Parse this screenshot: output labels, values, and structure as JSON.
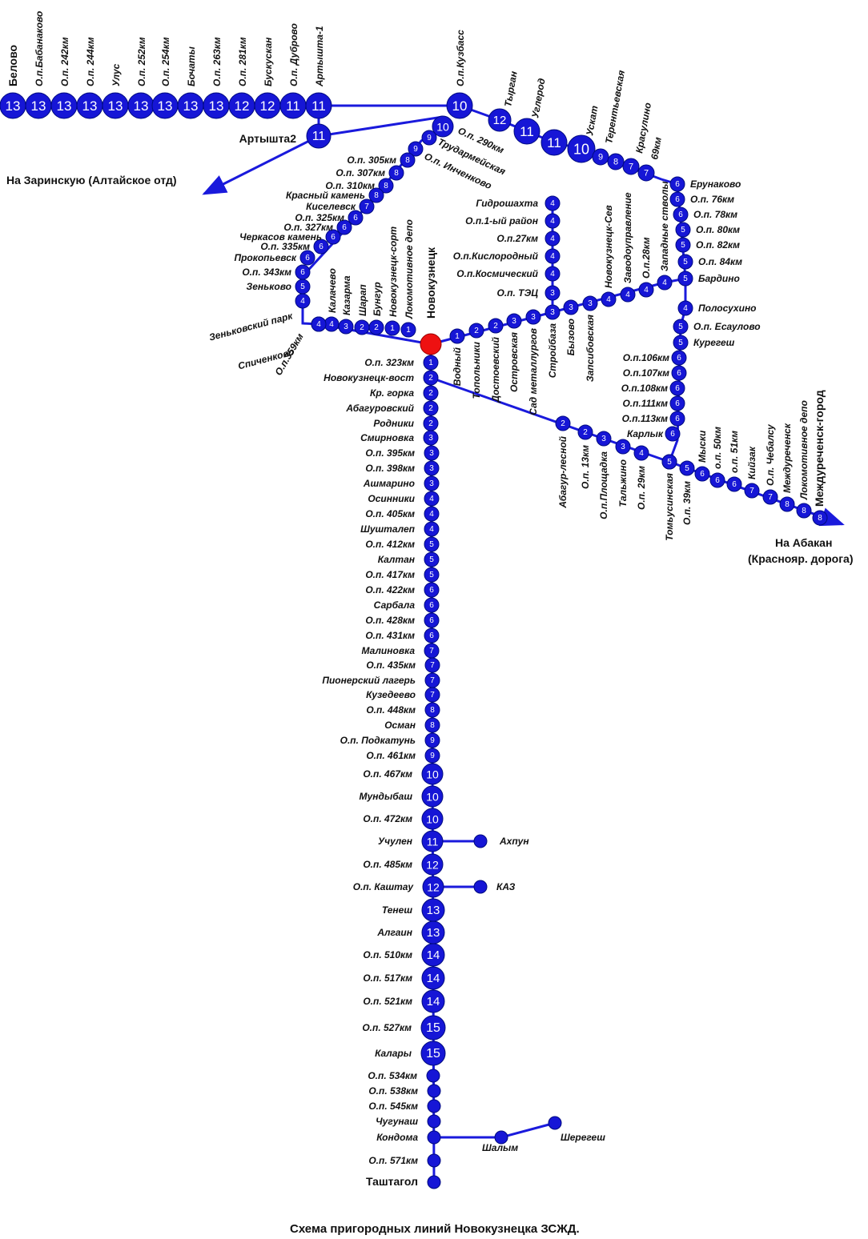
{
  "caption": "Схема пригородных линий Новокузнецка ЗСЖД.",
  "hub_station": "Новокузнецк",
  "colors": {
    "track": "#1a1adc",
    "node": "#1616d6",
    "hub": "#ee1111",
    "text": "#111111"
  },
  "directions": {
    "zarinskaya": "На Заринскую (Алтайское отд)",
    "abakan_line1": "На Абакан",
    "abakan_line2": "(Краснояр. дорога)"
  },
  "lines": {
    "north": [
      {
        "name": "Белово",
        "zone": "13"
      },
      {
        "name": "О.п.Бабанаково",
        "zone": "13"
      },
      {
        "name": "О.п. 242км",
        "zone": "13"
      },
      {
        "name": "О.п. 244км",
        "zone": "13"
      },
      {
        "name": "Улус",
        "zone": "13"
      },
      {
        "name": "О.п. 252км",
        "zone": "13"
      },
      {
        "name": "О.п. 254км",
        "zone": "13"
      },
      {
        "name": "Бочаты",
        "zone": "13"
      },
      {
        "name": "О.п. 263км",
        "zone": "13"
      },
      {
        "name": "О.п. 281км",
        "zone": "12"
      },
      {
        "name": "Бускускан",
        "zone": "12"
      },
      {
        "name": "О.п. Дуброво",
        "zone": "11"
      },
      {
        "name": "Артышта-1",
        "zone": "11"
      },
      {
        "name": "О.п.Кузбасс",
        "zone": "10"
      }
    ],
    "artyshta2": {
      "name": "Артышта2",
      "zone": "11"
    },
    "east_upper": [
      {
        "name": "Тырган",
        "zone": "12"
      },
      {
        "name": "Углерод",
        "zone": "11"
      },
      {
        "name": "",
        "zone": "11"
      },
      {
        "name": "Ускат",
        "zone": "10"
      },
      {
        "name": "Терентьевская",
        "zone": "9"
      },
      {
        "name": "",
        "zone": "8"
      },
      {
        "name": "Красулино",
        "zone": "7"
      },
      {
        "name": "69км",
        "zone": "7"
      }
    ],
    "east_right": [
      {
        "name": "Ерунаково",
        "zone": "6"
      },
      {
        "name": "О.п. 76км",
        "zone": "6"
      },
      {
        "name": "О.п. 78км",
        "zone": "6"
      },
      {
        "name": "О.п. 80км",
        "zone": "5"
      },
      {
        "name": "О.п. 82км",
        "zone": "5"
      },
      {
        "name": "О.п. 84км",
        "zone": "5"
      },
      {
        "name": "Бардино",
        "zone": "5"
      },
      {
        "name": "Полосухино",
        "zone": "4"
      },
      {
        "name": "О.п. Есаулово",
        "zone": "5"
      },
      {
        "name": "Курегеш",
        "zone": "5"
      },
      {
        "name": "О.п.106км",
        "zone": "6"
      },
      {
        "name": "О.п.107км",
        "zone": "6"
      },
      {
        "name": "О.п.108км",
        "zone": "6"
      },
      {
        "name": "О.п.111км",
        "zone": "6"
      },
      {
        "name": "О.п.113км",
        "zone": "6"
      },
      {
        "name": "Карлык",
        "zone": "6"
      },
      {
        "name": "Томьусинская",
        "zone": "5"
      }
    ],
    "mid_diag": [
      {
        "name": "О.п. 290км",
        "zone": "10"
      },
      {
        "name": "Трудармейская",
        "zone": "9"
      },
      {
        "name": "О.п. Инченково",
        "zone": "9"
      },
      {
        "name": "О.п. 305км",
        "zone": "8"
      },
      {
        "name": "О.п. 307км",
        "zone": "8"
      },
      {
        "name": "О.п. 310км",
        "zone": "8"
      },
      {
        "name": "Красный камень",
        "zone": "8"
      },
      {
        "name": "Киселевск",
        "zone": "7"
      },
      {
        "name": "О.п. 325км",
        "zone": "6"
      },
      {
        "name": "О.п. 327км",
        "zone": "6"
      },
      {
        "name": "Черкасов камень",
        "zone": "6"
      },
      {
        "name": "О.п. 335км",
        "zone": "6"
      },
      {
        "name": "Прокопьевск",
        "zone": "6"
      },
      {
        "name": "О.п. 343км",
        "zone": "6"
      },
      {
        "name": "Зеньково",
        "zone": "5"
      },
      {
        "name": "Зеньковский парк",
        "zone": "4"
      },
      {
        "name": "Спиченково",
        "zone": "4"
      }
    ],
    "west_horizontal": [
      {
        "name": "О.п.359км",
        "zone": "4"
      },
      {
        "name": "Калачево",
        "zone": "4"
      },
      {
        "name": "Казарма",
        "zone": "3"
      },
      {
        "name": "Шарап",
        "zone": "2"
      },
      {
        "name": "Бунгур",
        "zone": "2"
      },
      {
        "name": "Новокузнецк-сорт",
        "zone": "1"
      },
      {
        "name": "Локомотивное депо",
        "zone": "1"
      }
    ],
    "east_horizontal": [
      {
        "name": "Водный",
        "zone": "1"
      },
      {
        "name": "Топольники",
        "zone": "2"
      },
      {
        "name": "Достоевский",
        "zone": "2"
      },
      {
        "name": "Островская",
        "zone": "3"
      },
      {
        "name": "Сад металлургов",
        "zone": "3"
      },
      {
        "name": "Стройбаза",
        "zone": "3"
      },
      {
        "name": "Бызово",
        "zone": "3"
      },
      {
        "name": "Запсибовская",
        "zone": "3"
      },
      {
        "name": "Новокузнецк-Сев",
        "zone": "4"
      },
      {
        "name": "Заводоуправление",
        "zone": "4"
      },
      {
        "name": "О.п.28км",
        "zone": "4"
      },
      {
        "name": "Западные стволы",
        "zone": "4"
      }
    ],
    "gidroshakhta": [
      {
        "name": "Гидрошахта",
        "zone": "4"
      },
      {
        "name": "О.п.1-ый район",
        "zone": "4"
      },
      {
        "name": "О.п.27км",
        "zone": "4"
      },
      {
        "name": "О.п.Кислородный",
        "zone": "4"
      },
      {
        "name": "О.п.Космический",
        "zone": "4"
      },
      {
        "name": "О.п. ТЭЦ",
        "zone": "3"
      }
    ],
    "southeast": [
      {
        "name": "Абагур-лесной",
        "zone": "2"
      },
      {
        "name": "О.п. 13км",
        "zone": "2"
      },
      {
        "name": "О.п.Площадка",
        "zone": "3"
      },
      {
        "name": "Тальжино",
        "zone": "3"
      },
      {
        "name": "О.п. 29км",
        "zone": "4"
      },
      {
        "name": "Томьусинская",
        "zone": "5"
      },
      {
        "name": "О.п. 39км",
        "zone": "5"
      },
      {
        "name": "Мыски",
        "zone": "6"
      },
      {
        "name": "о.п. 50км",
        "zone": "6"
      },
      {
        "name": "о.п. 51км",
        "zone": "6"
      },
      {
        "name": "Кийзак",
        "zone": "7"
      },
      {
        "name": "О.п. Чебалсу",
        "zone": "7"
      },
      {
        "name": "Междуреченск",
        "zone": "8"
      },
      {
        "name": "Локомотивное депо",
        "zone": "8"
      },
      {
        "name": "Междуреченск-город",
        "zone": "8"
      }
    ],
    "south": [
      {
        "name": "О.п. 323км",
        "zone": "1"
      },
      {
        "name": "Новокузнецк-вост",
        "zone": "2"
      },
      {
        "name": "Кр. горка",
        "zone": "2"
      },
      {
        "name": "Абагуровский",
        "zone": "2"
      },
      {
        "name": "Родники",
        "zone": "2"
      },
      {
        "name": "Смирновка",
        "zone": "3"
      },
      {
        "name": "О.п. 395км",
        "zone": "3"
      },
      {
        "name": "О.п. 398км",
        "zone": "3"
      },
      {
        "name": "Ашмарино",
        "zone": "3"
      },
      {
        "name": "Осинники",
        "zone": "4"
      },
      {
        "name": "О.п. 405км",
        "zone": "4"
      },
      {
        "name": "Шушталеп",
        "zone": "4"
      },
      {
        "name": "О.п. 412км",
        "zone": "5"
      },
      {
        "name": "Калтан",
        "zone": "5"
      },
      {
        "name": "О.п. 417км",
        "zone": "5"
      },
      {
        "name": "О.п. 422км",
        "zone": "6"
      },
      {
        "name": "Сарбала",
        "zone": "6"
      },
      {
        "name": "О.п. 428км",
        "zone": "6"
      },
      {
        "name": "О.п. 431км",
        "zone": "6"
      },
      {
        "name": "Малиновка",
        "zone": "7"
      },
      {
        "name": "О.п. 435км",
        "zone": "7"
      },
      {
        "name": "Пионерский лагерь",
        "zone": "7"
      },
      {
        "name": "Кузедеево",
        "zone": "7"
      },
      {
        "name": "О.п. 448км",
        "zone": "8"
      },
      {
        "name": "Осман",
        "zone": "8"
      },
      {
        "name": "О.п. Подкатунь",
        "zone": "9"
      },
      {
        "name": "О.п. 461км",
        "zone": "9"
      },
      {
        "name": "О.п. 467км",
        "zone": "10"
      },
      {
        "name": "Мундыбаш",
        "zone": "10"
      },
      {
        "name": "О.п. 472км",
        "zone": "10"
      },
      {
        "name": "Учулен",
        "zone": "11"
      },
      {
        "name": "О.п. 485км",
        "zone": "12"
      },
      {
        "name": "О.п. Каштау",
        "zone": "12"
      },
      {
        "name": "Тенеш",
        "zone": "13"
      },
      {
        "name": "Алгаин",
        "zone": "13"
      },
      {
        "name": "О.п. 510км",
        "zone": "14"
      },
      {
        "name": "О.п. 517км",
        "zone": "14"
      },
      {
        "name": "О.п. 521км",
        "zone": "14"
      },
      {
        "name": "О.п. 527км",
        "zone": "15"
      },
      {
        "name": "Калары",
        "zone": "15"
      },
      {
        "name": "О.п. 534км",
        "zone": ""
      },
      {
        "name": "О.п. 538км",
        "zone": ""
      },
      {
        "name": "О.п. 545км",
        "zone": ""
      },
      {
        "name": "Чугунаш",
        "zone": ""
      },
      {
        "name": "Кондома",
        "zone": ""
      },
      {
        "name": "О.п. 571км",
        "zone": ""
      },
      {
        "name": "Таштагол",
        "zone": ""
      }
    ],
    "branches": {
      "akhpun": "Ахпун",
      "kaz": "КАЗ",
      "shalym": "Шалым",
      "sheregesh": "Шерегеш"
    }
  }
}
